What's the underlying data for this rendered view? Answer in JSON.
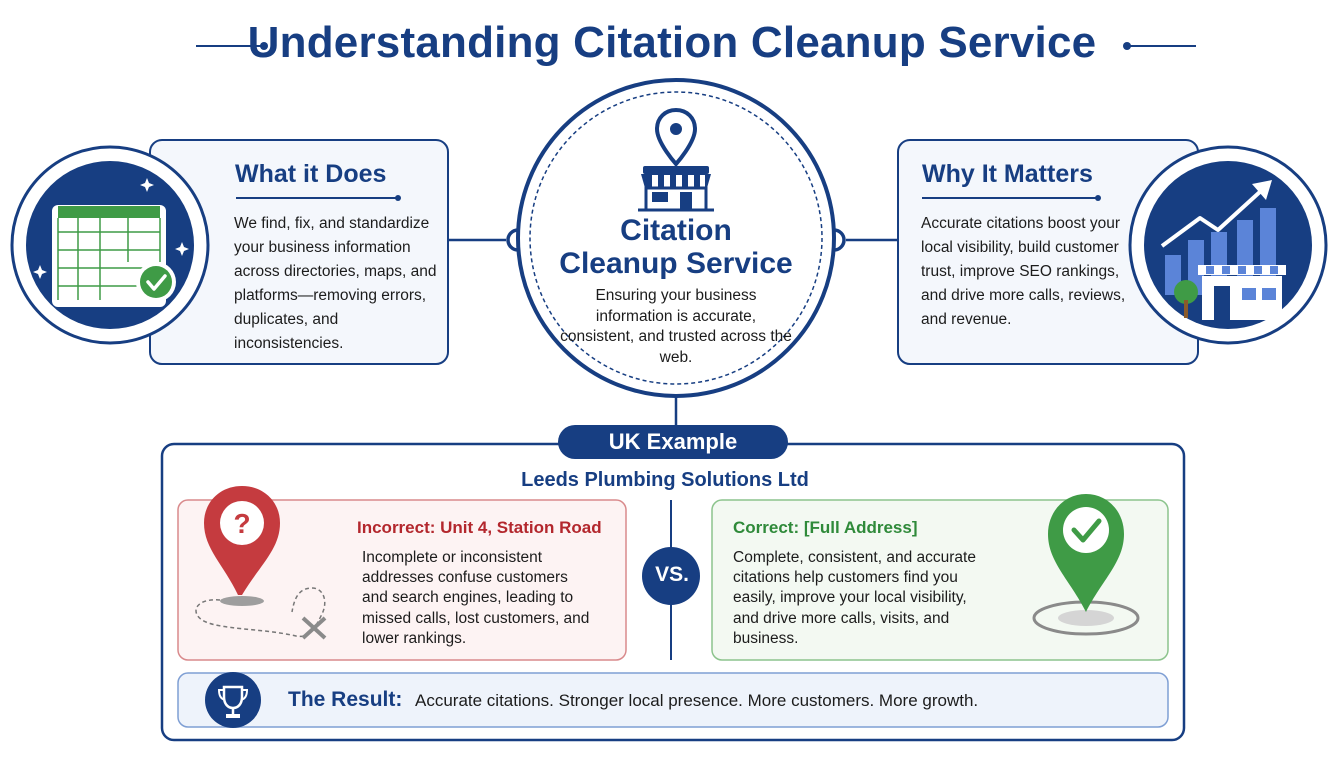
{
  "title": "Understanding Citation Cleanup Service",
  "center": {
    "title_line1": "Citation",
    "title_line2": "Cleanup Service",
    "body": "Ensuring your business information is accurate, consistent, and trusted across the web."
  },
  "what_it_does": {
    "heading": "What it Does",
    "body": "We find, fix, and standardize your business information across directories, maps, and platforms—removing errors, duplicates, and inconsistencies."
  },
  "why_it_matters": {
    "heading": "Why It Matters",
    "body": "Accurate citations boost your local visibility, build customer trust, improve SEO rankings, and drive more calls, reviews, and revenue."
  },
  "example": {
    "label": "UK Example",
    "company": "Leeds Plumbing Solutions Ltd",
    "incorrect_title": "Incorrect: Unit 4, Station Road",
    "incorrect_body": "Incomplete or inconsistent addresses confuse customers and search engines, leading to missed calls, lost customers, and lower rankings.",
    "vs": "VS.",
    "correct_title": "Correct: [Full Address]",
    "correct_body": "Complete, consistent, and accurate citations help customers find you easily, improve your local visibility, and drive more calls, visits, and business."
  },
  "result": {
    "label": "The Result:",
    "text": "Accurate citations. Stronger local presence. More customers. More growth."
  },
  "icons": {
    "left": "spreadsheet-check-icon",
    "center": "storefront-location-pin-icon",
    "right": "growth-chart-store-icon",
    "incorrect": "question-pin-icon",
    "correct": "check-pin-icon",
    "result": "trophy-icon"
  },
  "colors": {
    "navy": "#173e82",
    "dark_navy": "#0f2f66",
    "red": "#c53b3f",
    "green": "#3f9b46",
    "panel_bg": "#f4f7fc"
  }
}
